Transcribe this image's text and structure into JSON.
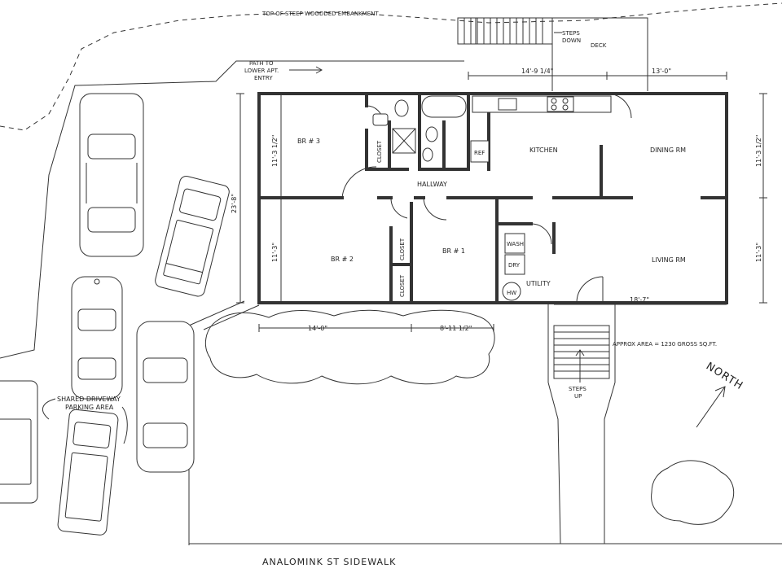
{
  "site": {
    "top_embankment": "TOP OF STEEP WOODDED EMBANKMENT",
    "path_note_line1": "PATH TO",
    "path_note_line2": "LOWER APT.",
    "path_note_line3": "ENTRY",
    "steps_down_line1": "STEPS",
    "steps_down_line2": "DOWN",
    "deck": "DECK",
    "steps_up_line1": "STEPS",
    "steps_up_line2": "UP",
    "parking_line1": "SHARED DRIVEWAY",
    "parking_line2": "PARKING AREA",
    "sidewalk": "ANALOMINK ST SIDEWALK",
    "north": "NORTH",
    "approx_area": "APPROX AREA = 1230 GROSS SQ.FT."
  },
  "rooms": {
    "br3": "BR # 3",
    "br2": "BR # 2",
    "br1": "BR # 1",
    "kitchen": "KITCHEN",
    "dining": "DINING RM",
    "living": "LIVING RM",
    "hallway": "HALLWAY",
    "utility": "UTILITY",
    "closet": "CLOSET",
    "ref": "REF",
    "wash": "WASH",
    "dry": "DRY",
    "hw": "HW"
  },
  "dimensions": {
    "top_left": "14'-9 1/4\"",
    "top_right": "13'-0\"",
    "overall_depth": "23'-8\"",
    "left_upper": "11'-3 1/2\"",
    "left_lower": "11'-3\"",
    "right_upper": "11'-3 1/2\"",
    "right_lower": "11'-3\"",
    "bottom_br2": "14'-0\"",
    "bottom_br1": "8'-11 1/2\"",
    "bottom_living": "18'-7\""
  }
}
